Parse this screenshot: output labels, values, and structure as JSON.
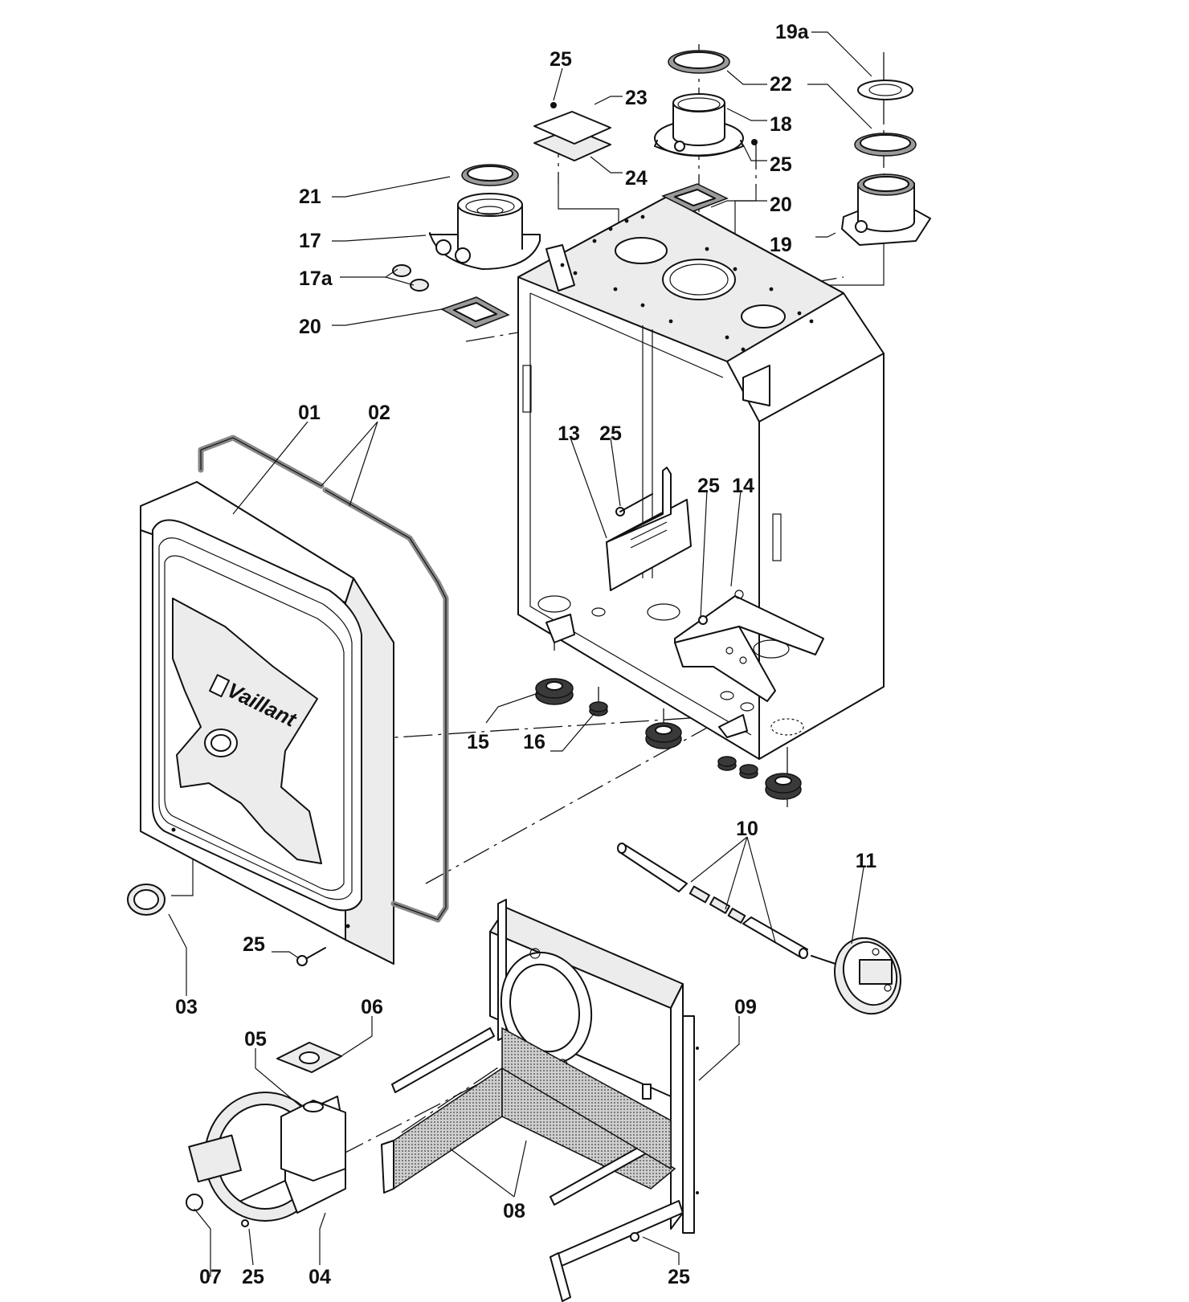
{
  "labels": {
    "p01": "01",
    "p02": "02",
    "p03": "03",
    "p04": "04",
    "p05": "05",
    "p06": "06",
    "p07": "07",
    "p08": "08",
    "p09": "09",
    "p10": "10",
    "p11": "11",
    "p13": "13",
    "p14": "14",
    "p15": "15",
    "p16": "16",
    "p17": "17",
    "p17a": "17a",
    "p18": "18",
    "p19": "19",
    "p19a": "19a",
    "p20": "20",
    "p21": "21",
    "p22": "22",
    "p23": "23",
    "p24": "24",
    "p25": "25"
  },
  "brand": {
    "logo_text": "Vaillant"
  }
}
